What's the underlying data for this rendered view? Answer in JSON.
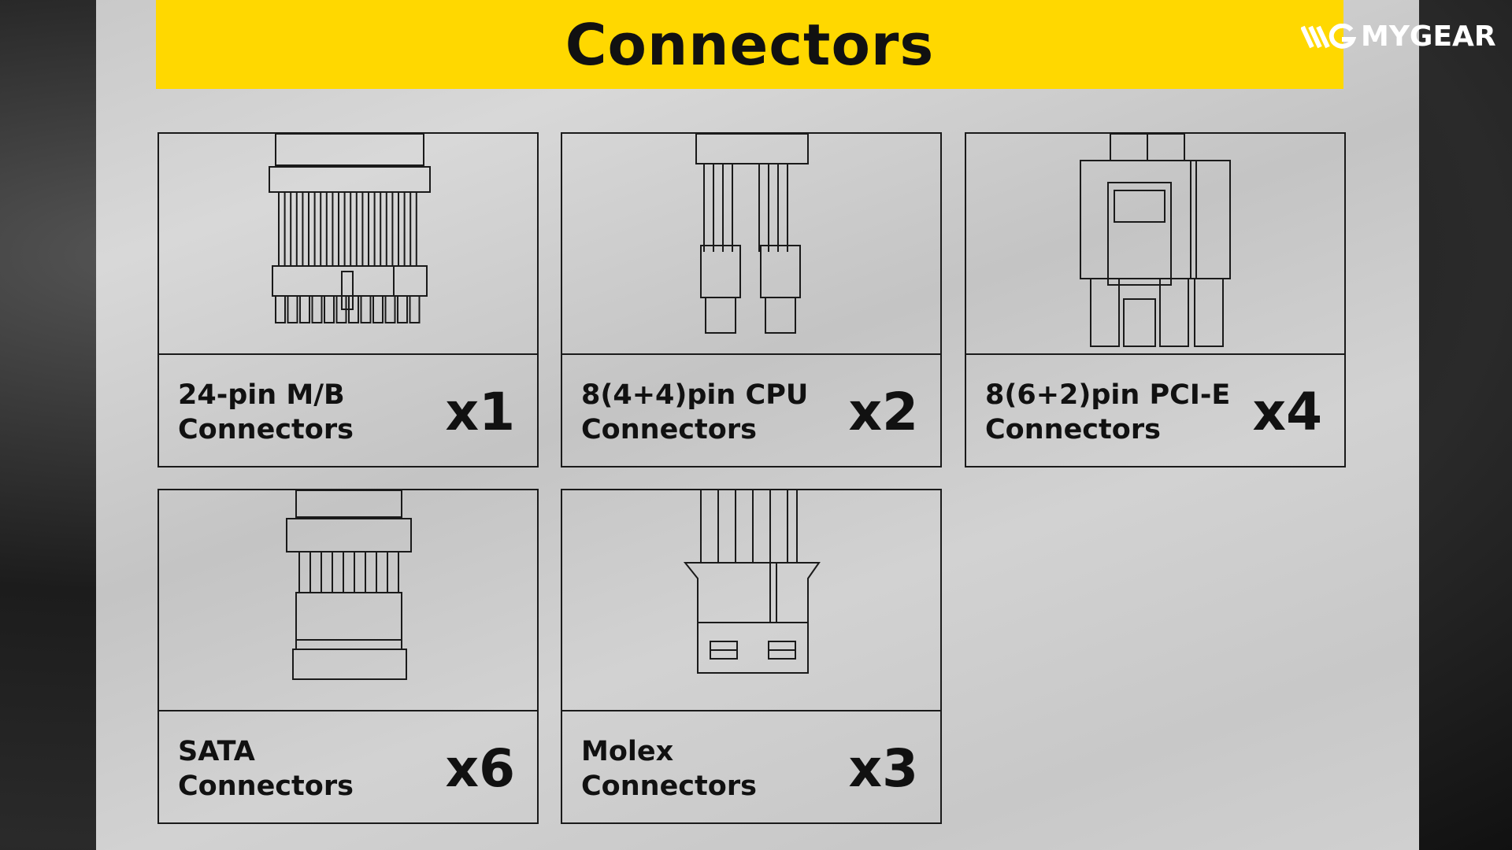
{
  "title": "Connectors",
  "logo": {
    "text": "MYGEAR",
    "colors": {
      "banner": "#ffd800"
    }
  },
  "connectors": [
    {
      "line1": "24-pin M/B",
      "line2": "Connectors",
      "count": "x1",
      "icon": "atx-24pin-connector-icon"
    },
    {
      "line1": "8(4+4)pin CPU",
      "line2": "Connectors",
      "count": "x2",
      "icon": "cpu-8pin-connector-icon"
    },
    {
      "line1": "8(6+2)pin PCI-E",
      "line2": "Connectors",
      "count": "x4",
      "icon": "pcie-8pin-connector-icon"
    },
    {
      "line1": "SATA",
      "line2": "Connectors",
      "count": "x6",
      "icon": "sata-connector-icon"
    },
    {
      "line1": "Molex",
      "line2": "Connectors",
      "count": "x3",
      "icon": "molex-connector-icon"
    }
  ]
}
